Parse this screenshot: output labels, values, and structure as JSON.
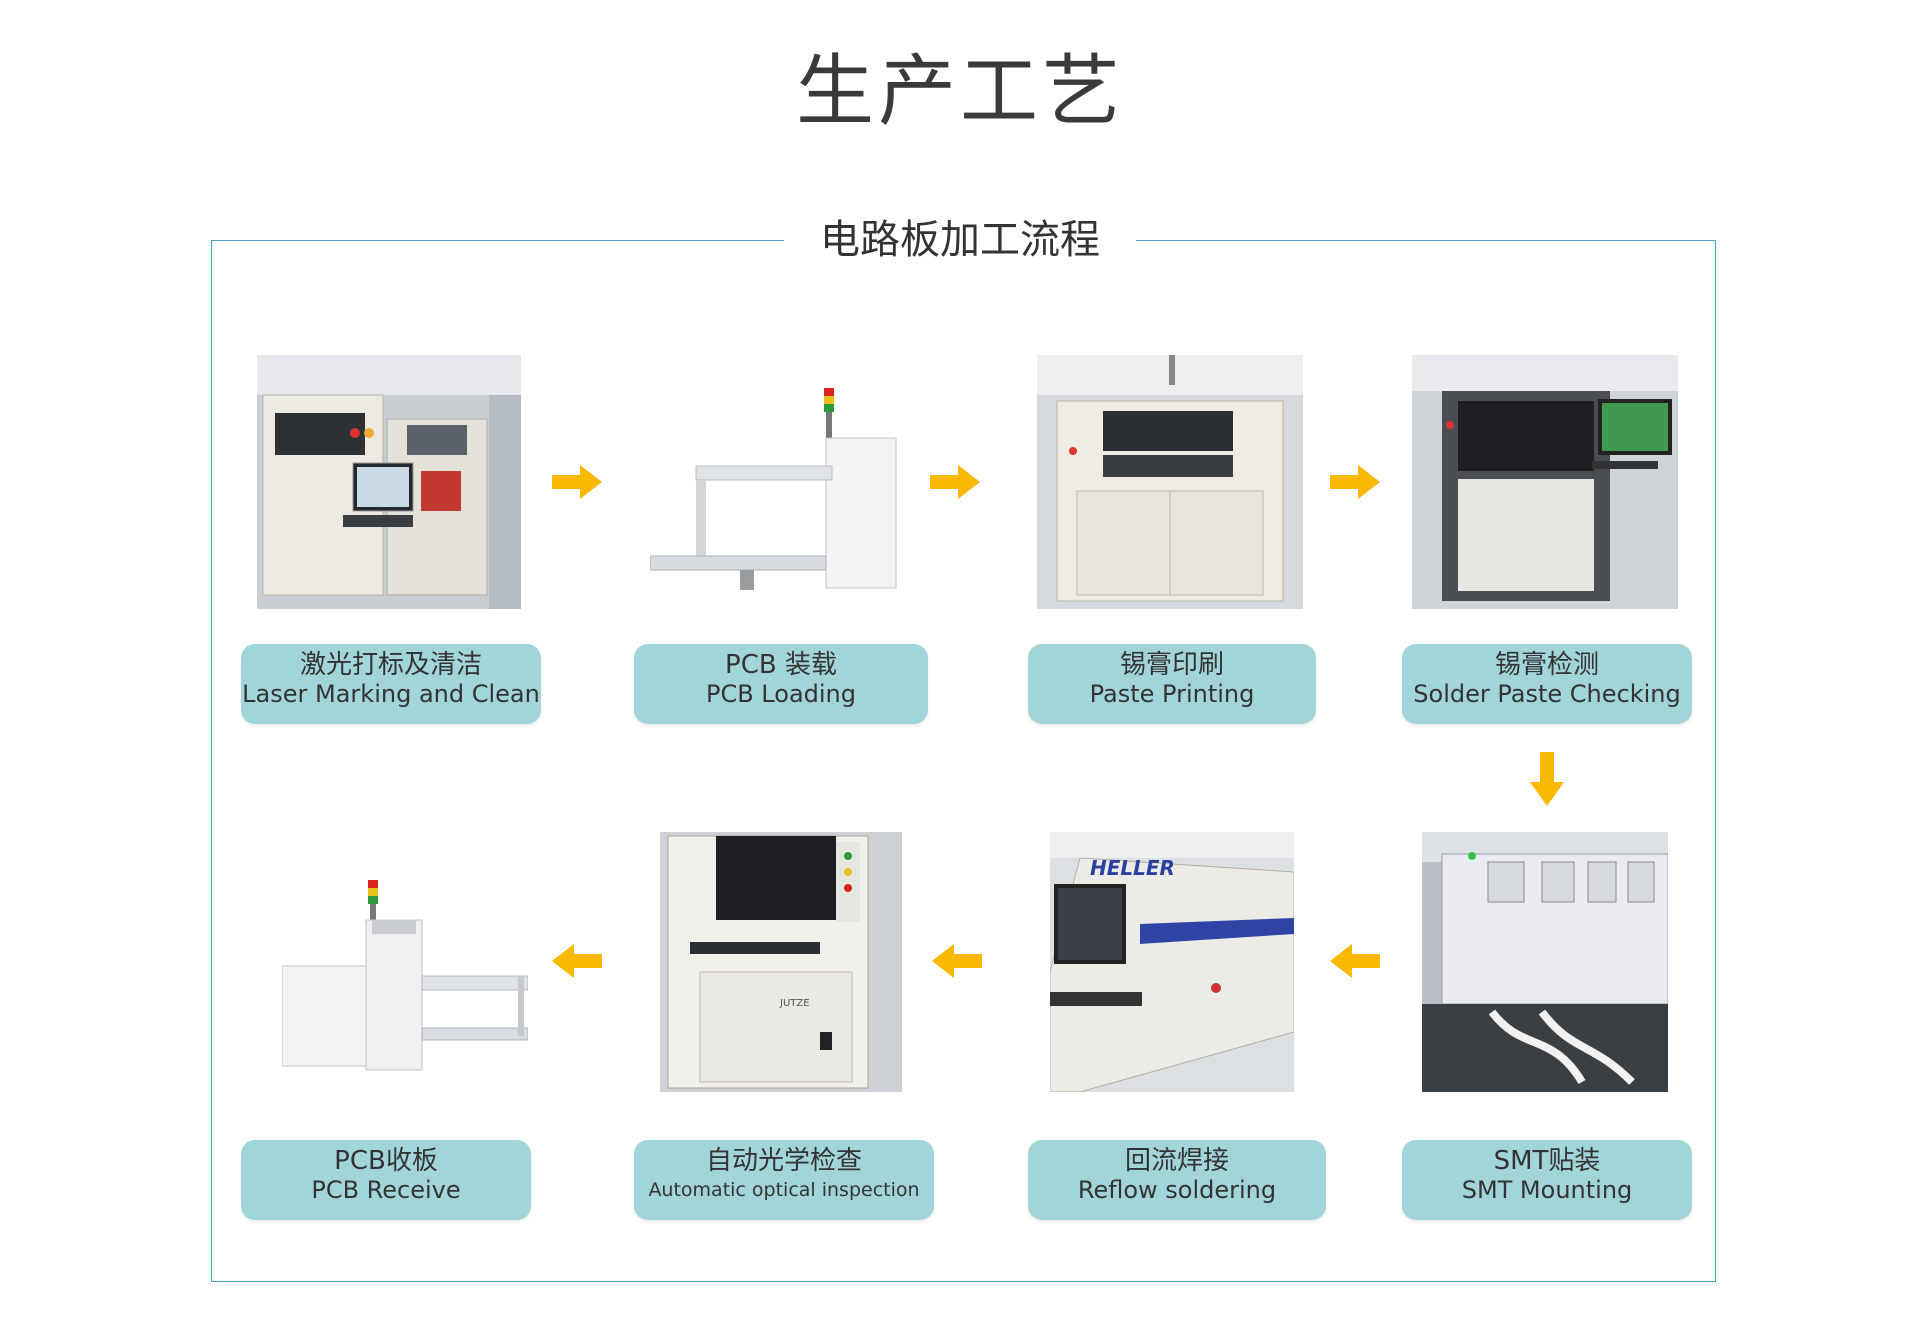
{
  "page": {
    "title": "生产工艺"
  },
  "section": {
    "title": "电路板加工流程"
  },
  "colors": {
    "frame_border": "#4aa0c8",
    "label_bg": "#a2d5da",
    "arrow": "#fbb800"
  },
  "steps": [
    {
      "zh": "激光打标及清洁",
      "en": "Laser Marking and Clean",
      "image": "laser-marking-machine"
    },
    {
      "zh": "PCB 装载",
      "en": "PCB Loading",
      "image": "pcb-loader"
    },
    {
      "zh": "锡膏印刷",
      "en": "Paste Printing",
      "image": "paste-printer"
    },
    {
      "zh": "锡膏检测",
      "en": "Solder Paste Checking",
      "image": "spi-machine"
    },
    {
      "zh": "SMT贴装",
      "en": "SMT  Mounting",
      "image": "smt-mounter"
    },
    {
      "zh": "回流焊接",
      "en": "Reflow soldering",
      "image": "reflow-oven"
    },
    {
      "zh": "自动光学检查",
      "en": "Automatic optical inspection",
      "image": "aoi-machine"
    },
    {
      "zh": "PCB收板",
      "en": "PCB  Receive",
      "image": "pcb-unloader"
    }
  ],
  "photo_text": {
    "heller_brand": "HELLER",
    "jutze_brand": "JUTZE"
  },
  "arrows": {
    "right": "arrow-right-icon",
    "down": "arrow-down-icon",
    "left": "arrow-left-icon"
  }
}
